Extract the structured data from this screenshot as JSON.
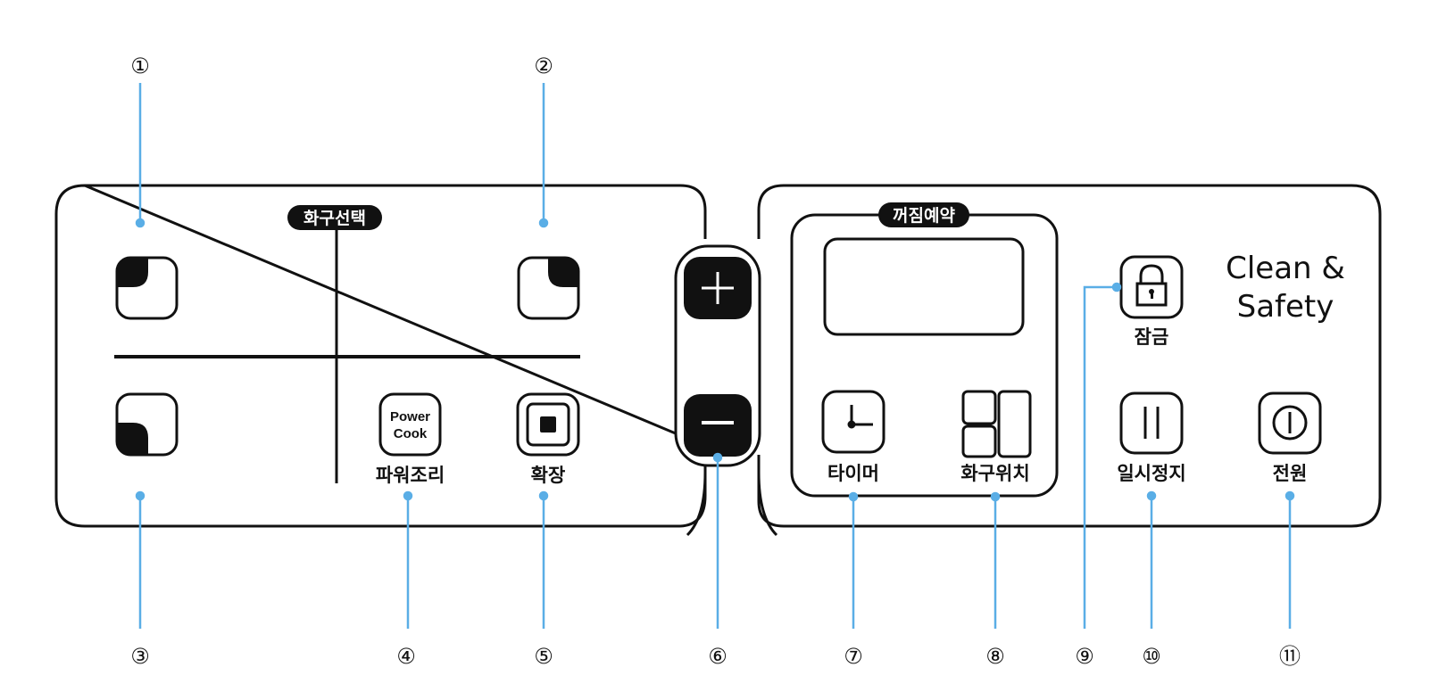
{
  "title": "Induction cooktop control panel diagram",
  "accent_color": "#5aaee6",
  "left_panel": {
    "header_label": "화구선택",
    "burners": [
      {
        "id": 1,
        "name": "burner-top-left",
        "icon": "quadrant-top-left-icon"
      },
      {
        "id": 2,
        "name": "burner-top-right",
        "icon": "quadrant-top-right-icon"
      },
      {
        "id": 3,
        "name": "burner-bottom-left",
        "icon": "quadrant-bottom-left-icon"
      }
    ],
    "power_cook": {
      "icon_text_line1": "Power",
      "icon_text_line2": "Cook",
      "label": "파워조리"
    },
    "expand": {
      "label": "확장",
      "icon": "expand-square-icon"
    }
  },
  "adjust": {
    "plus_icon": "plus-icon",
    "minus_icon": "minus-icon"
  },
  "right_panel": {
    "timer_group_label": "꺼짐예약",
    "timer": {
      "label": "타이머",
      "icon": "clock-icon"
    },
    "burner_position": {
      "label": "화구위치",
      "icon": "burner-layout-icon"
    },
    "lock": {
      "label": "잠금",
      "icon": "lock-icon"
    },
    "pause": {
      "label": "일시정지",
      "icon": "pause-icon"
    },
    "power": {
      "label": "전원",
      "icon": "power-icon"
    },
    "brand_line1": "Clean &",
    "brand_line2": "Safety"
  },
  "callouts": [
    "①",
    "②",
    "③",
    "④",
    "⑤",
    "⑥",
    "⑦",
    "⑧",
    "⑨",
    "⑩",
    "⑪"
  ]
}
